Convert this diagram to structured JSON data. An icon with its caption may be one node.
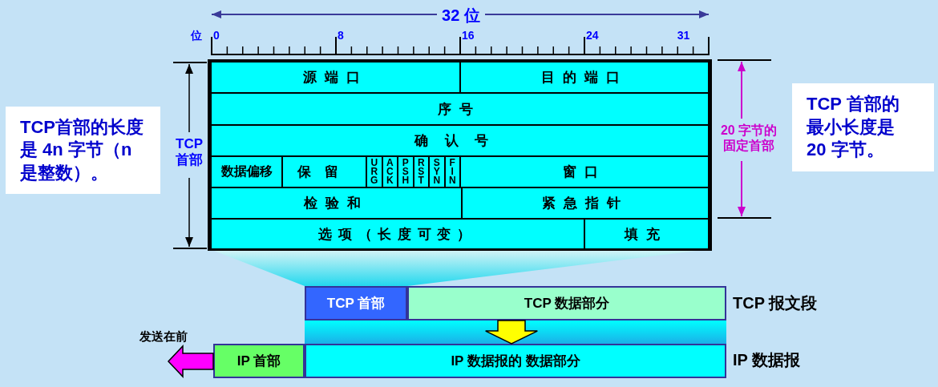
{
  "diagram": {
    "nodes": [
      {
        "text": [
          "源端口"
        ]
      },
      {
        "text": [
          "目的端口"
        ]
      },
      {
        "text": [
          "序号"
        ]
      },
      {
        "text": [
          "确认号"
        ]
      },
      {
        "text": [
          "数据偏移"
        ]
      },
      {
        "text": [
          "保留"
        ]
      },
      {
        "text": [
          "URG"
        ]
      },
      {
        "text": [
          "ACK"
        ]
      },
      {
        "text": [
          "PSH"
        ]
      },
      {
        "text": [
          "RST"
        ]
      },
      {
        "text": [
          "SYN"
        ]
      },
      {
        "text": [
          "FIN"
        ]
      },
      {
        "text": [
          "窗口"
        ]
      },
      {
        "text": [
          "检验和"
        ]
      },
      {
        "text": [
          "紧急指针"
        ]
      },
      {
        "text": [
          "选项（长度可变）"
        ]
      },
      {
        "text": [
          "填充"
        ]
      },
      {
        "text": [
          "TCP 首部"
        ]
      },
      {
        "text": [
          "TCP 数据部分"
        ]
      },
      {
        "text": [
          "IP 首部"
        ]
      },
      {
        "text": [
          "IP 数据报的 数据部分"
        ]
      },
      {
        "text": [
          "TCP首部的长度是 4n 字节（n 是整数）。"
        ]
      },
      {
        "text": [
          "TCP 首部的最小长度是 20 字节。"
        ]
      }
    ],
    "edges": [
      {
        "from": 18,
        "to": 20,
        "arrow": "to",
        "style": "thick",
        "color": "#ffff00"
      },
      {
        "from": 19,
        "to": null,
        "arrow": "to",
        "label": "发送在前",
        "style": "thick",
        "color": "#ff00ff"
      }
    ],
    "labels": [
      "32 位",
      "位",
      "0",
      "8",
      "16",
      "24",
      "31",
      "TCP 首部",
      "20 字节的固定首部",
      "TCP 报文段",
      "IP 数据报"
    ]
  }
}
